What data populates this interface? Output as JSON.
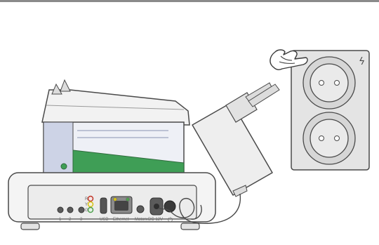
{
  "back_panel": {
    "jack_labels": [
      "1",
      "2",
      "3"
    ],
    "av_labels": [
      "R",
      "Y",
      "G"
    ],
    "port_usb": "USB",
    "port_ethernet": "Ethernet",
    "port_motorx": "Motorx",
    "port_dc": "DC 12V",
    "power_button_symbol": "⏻"
  },
  "outlet": {
    "bolt_symbol": "ϟ"
  },
  "colors": {
    "outline": "#4a4a4a",
    "body_fill": "#f2f2f2",
    "tray_fill": "#e3e3e3",
    "window_fill": "#eef0f6",
    "window_panel": "#cdd3e6",
    "green_fill": "#3f9e56",
    "av_red": "#c0392b",
    "av_yellow": "#d4c017",
    "av_green": "#4d9f4d",
    "outlet_fill": "#e4e4e4",
    "outlet_ring": "#b8b8b8"
  },
  "icons": [
    "hand-icon",
    "lightning-icon",
    "power-icon"
  ]
}
